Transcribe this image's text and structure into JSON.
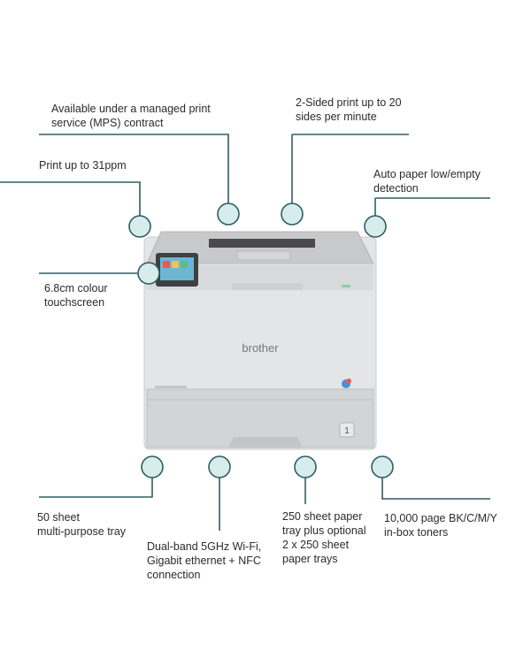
{
  "callouts": [
    {
      "id": "mps",
      "lines": [
        "Available under a managed print",
        "service (MPS) contract"
      ]
    },
    {
      "id": "duplex",
      "lines": [
        "2-Sided print up to 20",
        "sides per minute"
      ]
    },
    {
      "id": "speed",
      "lines": [
        "Print up to 31ppm"
      ]
    },
    {
      "id": "paper-sensor",
      "lines": [
        "Auto paper low/empty",
        "detection"
      ]
    },
    {
      "id": "touchscreen",
      "lines": [
        "6.8cm colour",
        "touchscreen"
      ]
    },
    {
      "id": "mp-tray",
      "lines": [
        "50 sheet",
        "multi-purpose tray"
      ]
    },
    {
      "id": "connectivity",
      "lines": [
        "Dual-band 5GHz Wi-Fi,",
        "Gigabit ethernet + NFC",
        "connection"
      ]
    },
    {
      "id": "paper-tray",
      "lines": [
        "250 sheet paper",
        "tray plus optional",
        "2 x 250 sheet",
        "paper trays"
      ]
    },
    {
      "id": "toners",
      "lines": [
        "10,000 page BK/C/M/Y",
        "in-box toners"
      ]
    }
  ],
  "printer": {
    "brand": "brother",
    "tray_number": "1"
  },
  "colors": {
    "accent_line": "#2f5d63",
    "circle_fill": "#d7ecec",
    "circle_stroke": "#2f5d63"
  }
}
